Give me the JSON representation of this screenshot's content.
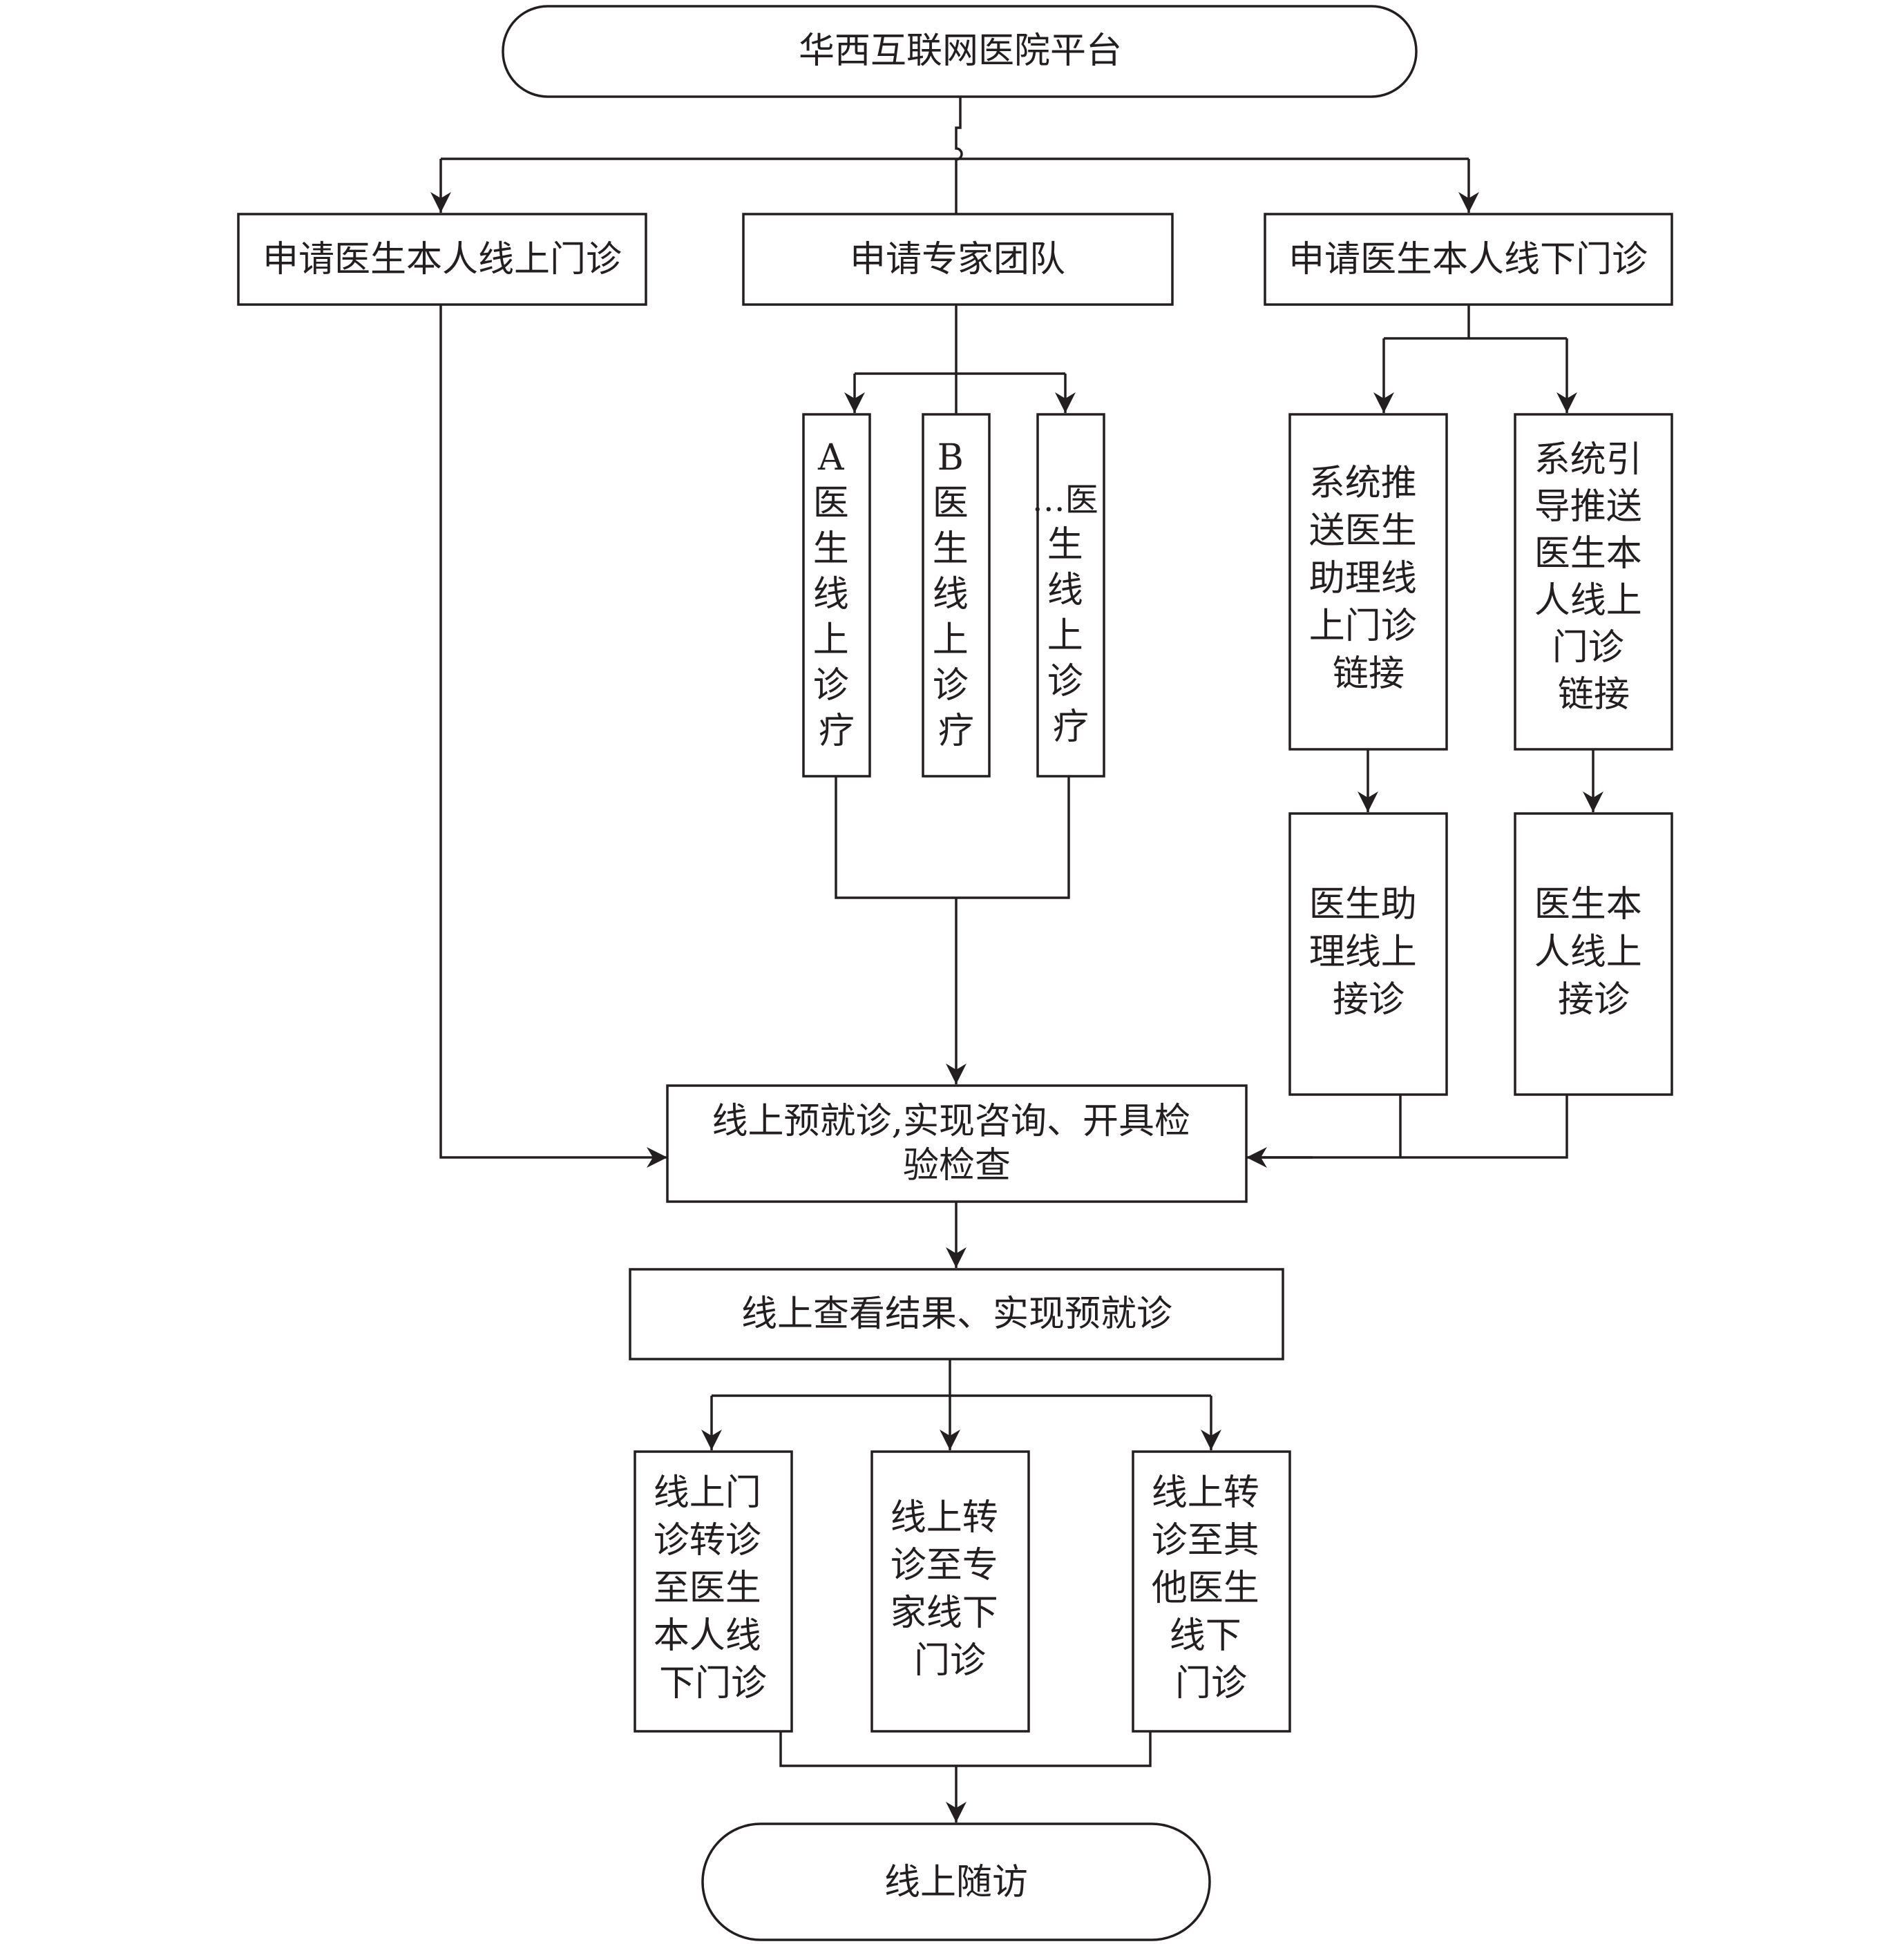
{
  "diagram": {
    "nodes": {
      "platform": {
        "lines": [
          "华西互联网医院平台"
        ]
      },
      "apply_online_self": {
        "lines": [
          "申请医生本人线上门诊"
        ]
      },
      "apply_expert_team": {
        "lines": [
          "申请专家团队"
        ]
      },
      "apply_offline_self": {
        "lines": [
          "申请医生本人线下门诊"
        ]
      },
      "doctor_a": {
        "lines": [
          "A",
          "医",
          "生",
          "线",
          "上",
          "诊",
          "疗"
        ]
      },
      "doctor_b": {
        "lines": [
          "B",
          "医",
          "生",
          "线",
          "上",
          "诊",
          "疗"
        ]
      },
      "doctor_etc": {
        "lines": [
          "…医",
          "生",
          "线",
          "上",
          "诊",
          "疗"
        ]
      },
      "push_assistant_link": {
        "lines": [
          "系统推",
          "送医生",
          "助理线",
          "上门诊",
          "链接"
        ]
      },
      "guide_self_link": {
        "lines": [
          "系统引",
          "导推送",
          "医生本",
          "人线上",
          "门诊",
          "链接"
        ]
      },
      "assistant_online": {
        "lines": [
          "医生助",
          "理线上",
          "接诊"
        ]
      },
      "self_online": {
        "lines": [
          "医生本",
          "人线上",
          "接诊"
        ]
      },
      "pre_consult": {
        "lines": [
          "线上预就诊,实现咨询、开具检",
          "验检查"
        ]
      },
      "view_results": {
        "lines": [
          "线上查看结果、实现预就诊"
        ]
      },
      "referral_self": {
        "lines": [
          "线上门",
          "诊转诊",
          "至医生",
          "本人线",
          "下门诊"
        ]
      },
      "referral_expert": {
        "lines": [
          "线上转",
          "诊至专",
          "家线下",
          "门诊"
        ]
      },
      "referral_other": {
        "lines": [
          "线上转",
          "诊至其",
          "他医生",
          "线下",
          "门诊"
        ]
      },
      "follow_up": {
        "lines": [
          "线上随访"
        ]
      }
    }
  }
}
